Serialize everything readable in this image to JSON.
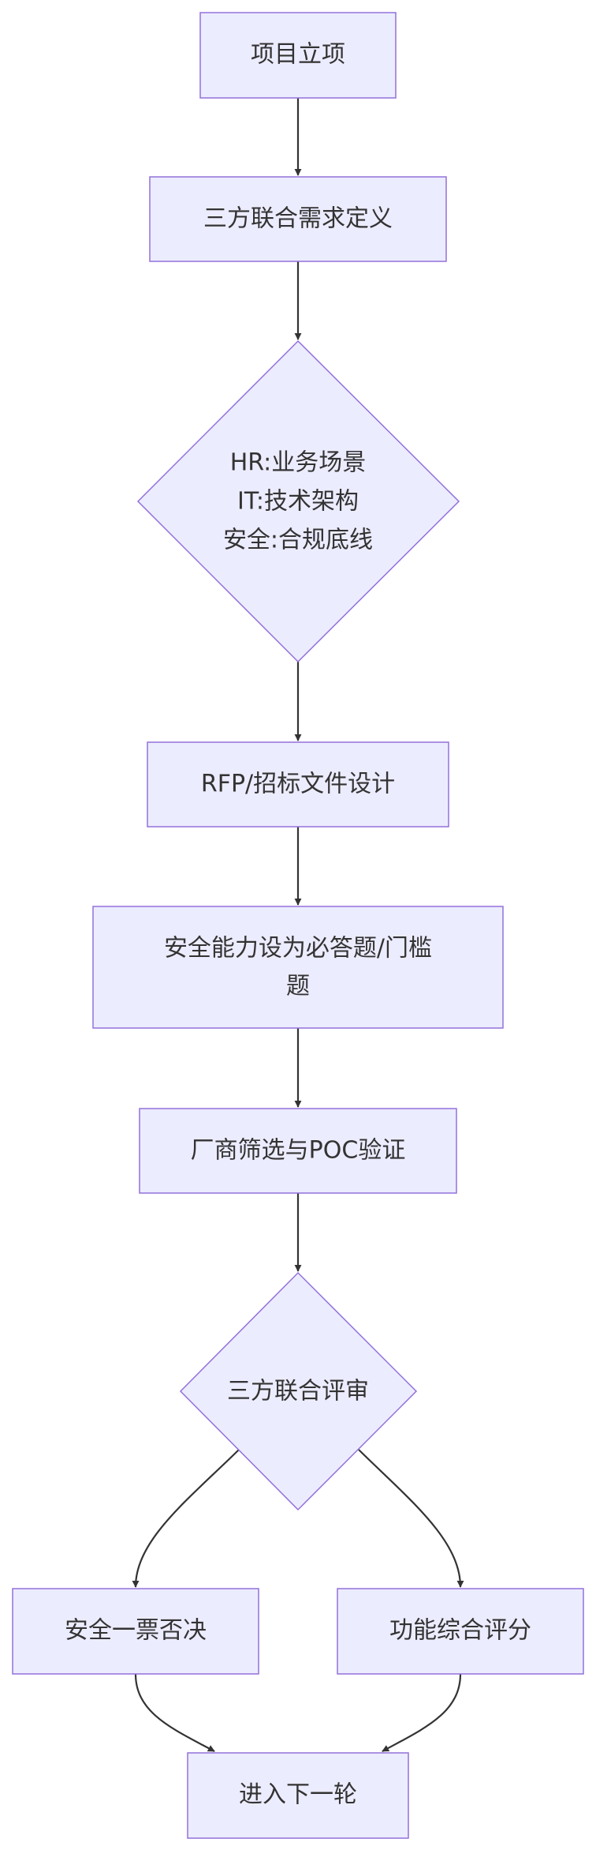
{
  "diagram": {
    "nodes": {
      "project_initiation": "项目立项",
      "joint_requirements": "三方联合需求定义",
      "stakeholder_roles": [
        "HR:业务场景",
        "IT:技术架构",
        "安全:合规底线"
      ],
      "rfp_design": "RFP/招标文件设计",
      "security_threshold": [
        "安全能力设为必答题/门槛",
        "题"
      ],
      "vendor_screening": "厂商筛选与POC验证",
      "joint_review": "三方联合评审",
      "security_veto": "安全一票否决",
      "functional_scoring": "功能综合评分",
      "next_round": "进入下一轮"
    }
  },
  "colors": {
    "node_fill": "#ECECFF",
    "node_stroke": "#9370DB",
    "edge": "#333333",
    "text": "#333333"
  }
}
